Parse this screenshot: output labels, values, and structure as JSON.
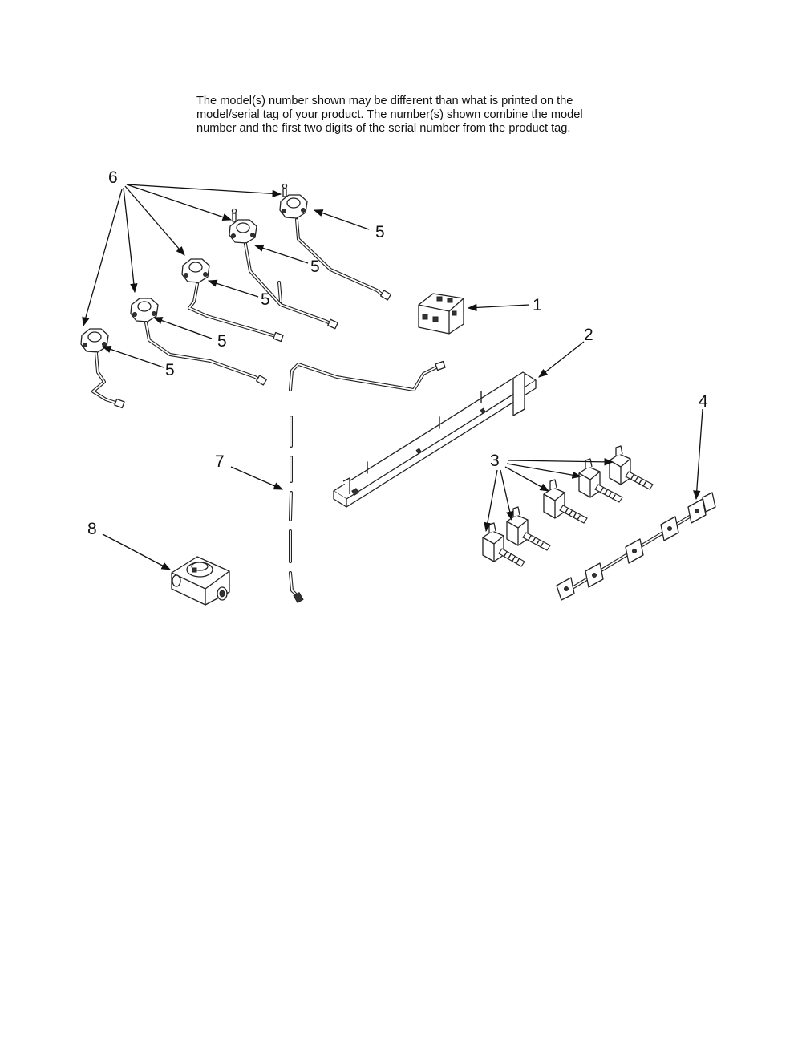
{
  "note": {
    "line1": "The model(s) number shown may be different than what is printed on the",
    "line2": "model/serial tag of your product. The number(s) shown combine the model",
    "line3": "number and the first two digits of the serial number from the product tag."
  },
  "callouts": {
    "c1": "1",
    "c2": "2",
    "c3": "3",
    "c4": "4",
    "c5a": "5",
    "c5b": "5",
    "c5c": "5",
    "c5d": "5",
    "c5e": "5",
    "c6": "6",
    "c7": "7",
    "c8": "8"
  }
}
